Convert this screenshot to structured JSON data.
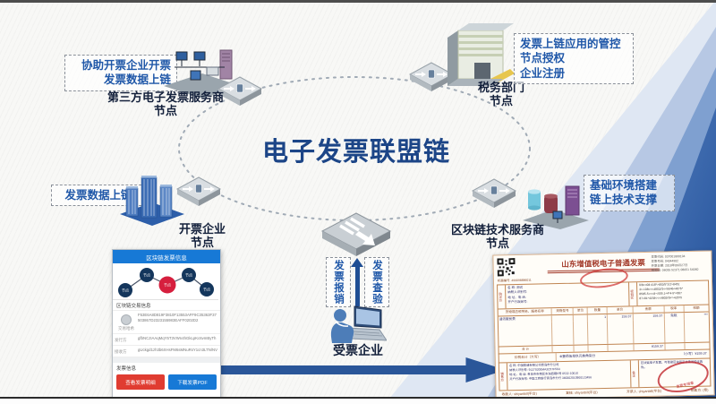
{
  "title": "电子发票联盟链",
  "nodes": {
    "third_party": {
      "callout1": "协助开票企业开票",
      "callout2": "发票数据上链",
      "name": "第三方电子发票服务商",
      "sub": "节点"
    },
    "tax": {
      "callout1": "发票上链应用的管控",
      "callout2": "节点授权",
      "callout3": "企业注册",
      "name": "税务部门",
      "sub": "节点"
    },
    "provider": {
      "callout1": "基础环境搭建",
      "callout2": "链上技术支撑",
      "name": "区块链技术服务商",
      "sub": "节点"
    },
    "issuer": {
      "callout1": "发票数据上链",
      "name": "开票企业",
      "sub": "节点"
    },
    "receiver": {
      "name": "受票企业",
      "flow_left": "发票报销",
      "flow_right": "发票查验"
    }
  },
  "app": {
    "header": "区块链发票信息",
    "node_label": "节点",
    "section_tx": "区块链交易信息",
    "rows": [
      {
        "label": "交易哈希",
        "value": "F53E6A8D819F3810F13553AFF9C35363F37503867D2323155983EAFF0202D2"
      },
      {
        "label": "发行方",
        "value": "gfbNCJIAAqMqY5T3VWn4hGkLpKc6vmByTh"
      },
      {
        "label": "接收方",
        "value": "gUckgd1zh3b6XHsFM6sMNuRsY1cn3LTN/NV"
      }
    ],
    "section_invoice": "发票信息",
    "btn_detail": "查看发票明细",
    "btn_pdf": "下载发票PDF"
  },
  "invoice": {
    "title": "山东增值税电子普通发票",
    "machine_no": "机器编号: 499098886011",
    "meta1": "发票代码: 037001800104",
    "meta2": "发票号码: 04044902",
    "meta3": "开票日期: 2018年06月27日",
    "meta4": "校验码: 06035 52371 08051 54060",
    "buyer_label": "购买方",
    "buyer1": "名 称: 测试",
    "buyer2": "纳税人识别号:",
    "buyer3": "地 址、电 话:",
    "buyer4": "开户行及账号:",
    "password_label": "密码区",
    "pass1": "0/8<<08-418*>853/5*2/2>8451",
    "pass2": "3<-108<<<4803//3<<6646<4875*",
    "pass3": "8585-5<<<8-<505.1<4*4-5*<807",
    "pass4": "87<81*4158<<<4803//9<>42875",
    "th1": "货物或应税劳务、服务名称",
    "th2": "规格型号",
    "th3": "单位",
    "th4": "数量",
    "th5": "单价",
    "th6": "金额",
    "th7": "税率",
    "th8": "税额",
    "item_name": "通讯服务费",
    "item_qty": "1",
    "item_price": "159.37",
    "item_amount": "159.37",
    "item_taxrate": "免税",
    "item_tax": "***",
    "total_label": "合 计",
    "total_amount": "¥159.37",
    "sum_label": "价税合计（大写）",
    "sum_cn": "⊗壹佰伍拾玖元叁角柒分",
    "sum_sm": "（小写）¥159.37",
    "seller_label": "销售方",
    "seller1": "名 称: 中国联通有限公司青岛市分公司",
    "seller2": "纳税人识别号: 91370200MA3C57F56X",
    "seller3": "地 址、电 话: 青岛市市南区东海西路5号 0532-10010",
    "seller4": "开户行及账号: 中国工商银行青岛市分行 380302010900123456",
    "remark_label": "备注",
    "remark_text": "区块链电子发票，可登录区块链平台查询验证真伪。",
    "stamp_text": "发票专用章",
    "footer1": "收款人: shiyanbill(平台)",
    "footer2": "复核: shiyanbill(平台)",
    "footer3": "开票人: shiyanbill(平台)",
    "footer4": "销售方: (章)"
  }
}
